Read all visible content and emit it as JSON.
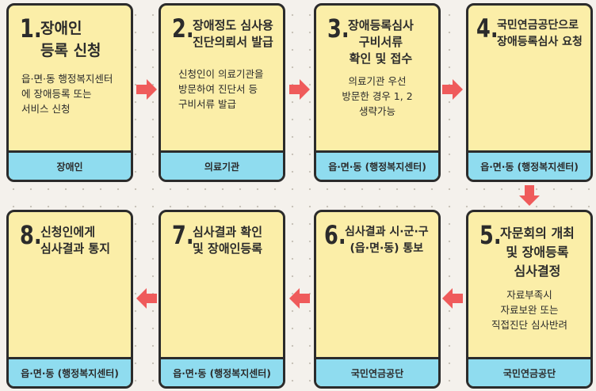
{
  "steps": [
    {
      "num": "1.",
      "title": "장애인\n등록 신청",
      "desc": "읍·면·동 행정복지센터\n에 장애등록 또는\n서비스 신청",
      "footer": "장애인"
    },
    {
      "num": "2.",
      "title": "장애정도 심사용\n진단의뢰서 발급",
      "desc": "신청인이 의료기관을\n방문하여 진단서 등\n구비서류 발급",
      "footer": "의료기관"
    },
    {
      "num": "3.",
      "title": "장애등록심사\n구비서류\n확인 및 접수",
      "desc": "의료기관 우선\n방문한 경우 1, 2\n생략가능",
      "footer": "읍·면·동 (행정복지센터)"
    },
    {
      "num": "4.",
      "title": "국민연금공단으로\n장애등록심사 요청",
      "desc": "",
      "footer": "읍·면·동 (행정복지센터)"
    },
    {
      "num": "5.",
      "title": "자문회의 개최\n및 장애등록\n심사결정",
      "desc": "자료부족시\n자료보완 또는\n직접진단 심사반려",
      "footer": "국민연금공단"
    },
    {
      "num": "6.",
      "title": "심사결과 시·군·구\n(읍·면·동) 통보",
      "desc": "",
      "footer": "국민연금공단"
    },
    {
      "num": "7.",
      "title": "심사결과 확인\n및 장애인등록",
      "desc": "",
      "footer": "읍·면·동 (행정복지센터)"
    },
    {
      "num": "8.",
      "title": "신청인에게\n심사결과 통지",
      "desc": "",
      "footer": "읍·면·동 (행정복지센터)"
    }
  ],
  "colors": {
    "card": "#fbeea8",
    "footer": "#8fdcef",
    "arrow": "#ef5b5b",
    "border": "#2b2b2b",
    "background": "#f4f1ec"
  }
}
